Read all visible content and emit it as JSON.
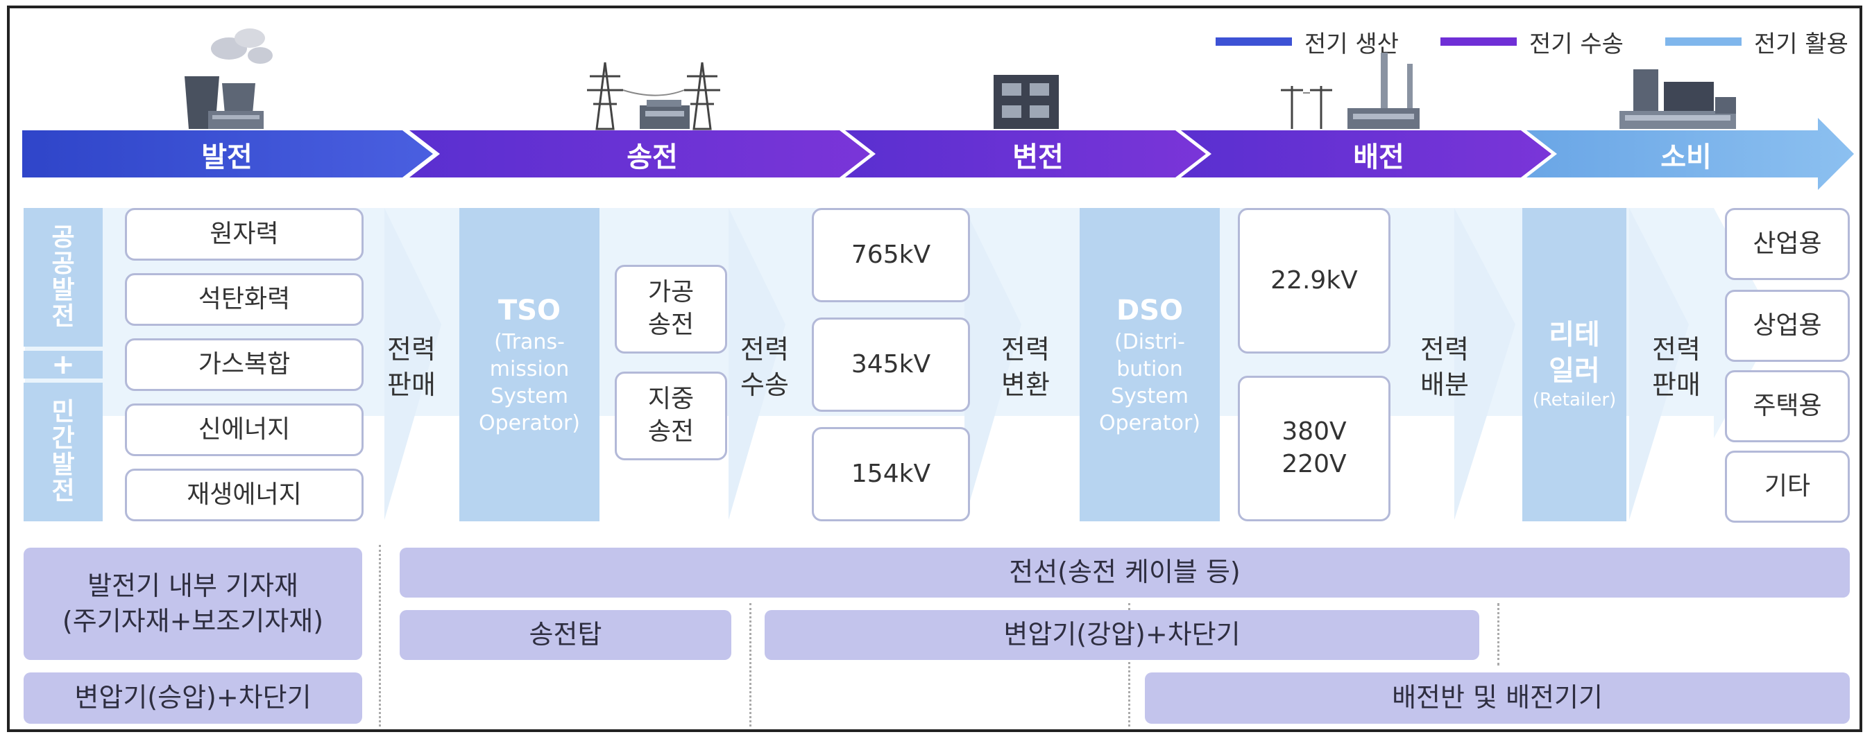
{
  "legend": [
    {
      "label": "전기 생산",
      "color": "#3d52d5"
    },
    {
      "label": "전기 수송",
      "color": "#6f2fd6"
    },
    {
      "label": "전기 활용",
      "color": "#7fb6ec"
    }
  ],
  "stages": [
    "발전",
    "송전",
    "변전",
    "배전",
    "소비"
  ],
  "generation": {
    "public": "공\n공\n발\n전",
    "plus": "+",
    "private": "민\n간\n발\n전",
    "sources": [
      "원자력",
      "석탄화력",
      "가스복합",
      "신에너지",
      "재생에너지"
    ]
  },
  "flow_labels": {
    "sale1": "전력\n판매",
    "transport": "전력\n수송",
    "transform": "전력\n변환",
    "distribute": "전력\n배분",
    "sale2": "전력\n판매"
  },
  "tso": {
    "abbr": "TSO",
    "full": "(Trans-\nmission\nSystem\nOperator)"
  },
  "transmission_types": [
    "가공\n송전",
    "지중\n송전"
  ],
  "voltages_transmission": [
    "765kV",
    "345kV",
    "154kV"
  ],
  "dso": {
    "abbr": "DSO",
    "full": "(Distri-\nbution\nSystem\nOperator)"
  },
  "voltages_distribution": [
    "22.9kV",
    "380V\n220V"
  ],
  "retailer": {
    "abbr": "리테\n일러",
    "full": "(Retailer)"
  },
  "consumers": [
    "산업용",
    "상업용",
    "주택용",
    "기타"
  ],
  "equipment": {
    "gen_internal": "발전기 내부 기자재\n(주기자재+보조기자재)",
    "gen_transformer": "변압기(승압)+차단기",
    "cable": "전선(송전 케이블 등)",
    "tower": "송전탑",
    "step_down": "변압기(강압)+차단기",
    "switchboard": "배전반 및 배전기기"
  }
}
